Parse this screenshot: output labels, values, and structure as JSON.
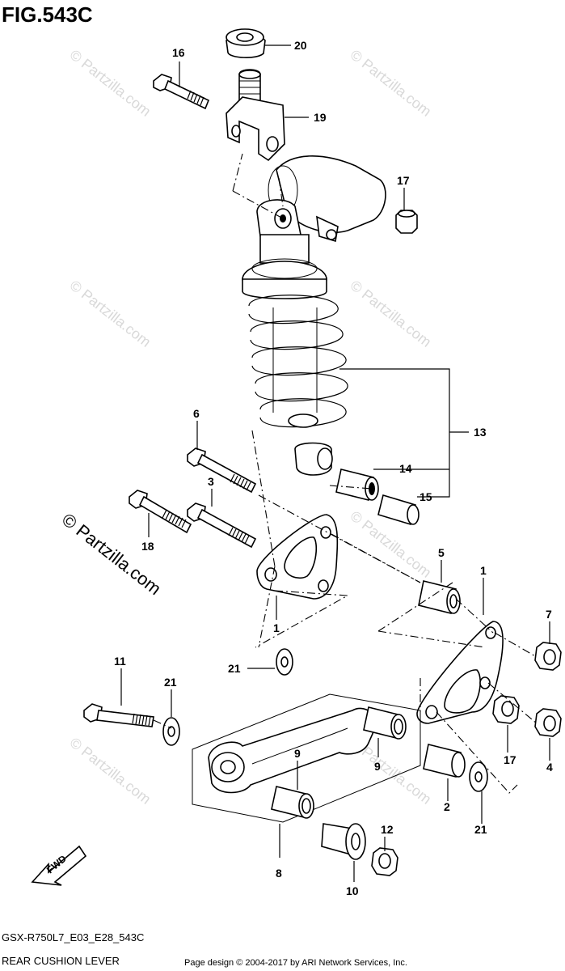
{
  "header": {
    "figure_title": "FIG.543C"
  },
  "footer": {
    "model_code": "GSX-R750L7_E03_E28_543C",
    "section_name": "REAR CUSHION LEVER",
    "credit": "Page design © 2004-2017 by ARI Network Services, Inc."
  },
  "watermark": {
    "text": "© Partzilla.com"
  },
  "direction_label": "FWD",
  "callouts": {
    "c20": "20",
    "c16": "16",
    "c19": "19",
    "c17a": "17",
    "c13": "13",
    "c14": "14",
    "c15": "15",
    "c6": "6",
    "c3": "3",
    "c18": "18",
    "c1a": "1",
    "c1b": "1",
    "c5": "5",
    "c7": "7",
    "c11": "11",
    "c21a": "21",
    "c21b": "21",
    "c21c": "21",
    "c9a": "9",
    "c9b": "9",
    "c17b": "17",
    "c4": "4",
    "c2": "2",
    "c12": "12",
    "c8": "8",
    "c10": "10"
  }
}
